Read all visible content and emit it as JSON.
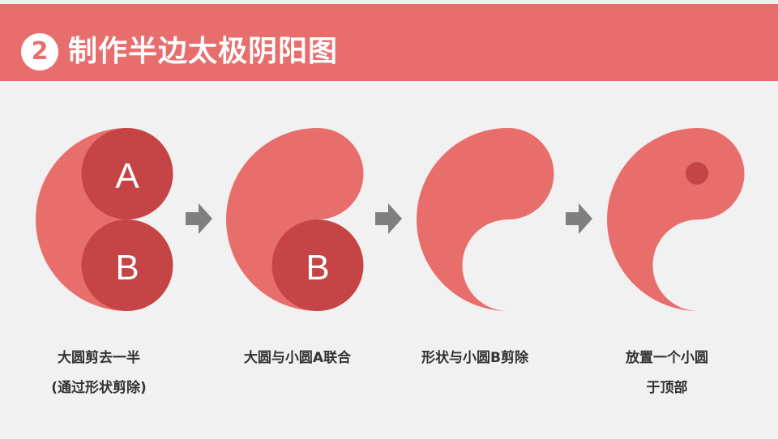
{
  "header": {
    "number": "2",
    "title": "制作半边太极阴阳图"
  },
  "colors": {
    "light": "#e86e6c",
    "dark": "#c54546",
    "arrow": "#7f7f7f"
  },
  "steps": [
    {
      "labels": [
        "A",
        "B"
      ],
      "caption_1": "大圆剪去一半",
      "caption_2": "(通过形状剪除)"
    },
    {
      "labels": [
        "B"
      ],
      "caption_1": "大圆与小圆A联合"
    },
    {
      "caption_1": "形状与小圆B剪除"
    },
    {
      "caption_1": "放置一个小圆",
      "caption_2": "于顶部"
    }
  ]
}
